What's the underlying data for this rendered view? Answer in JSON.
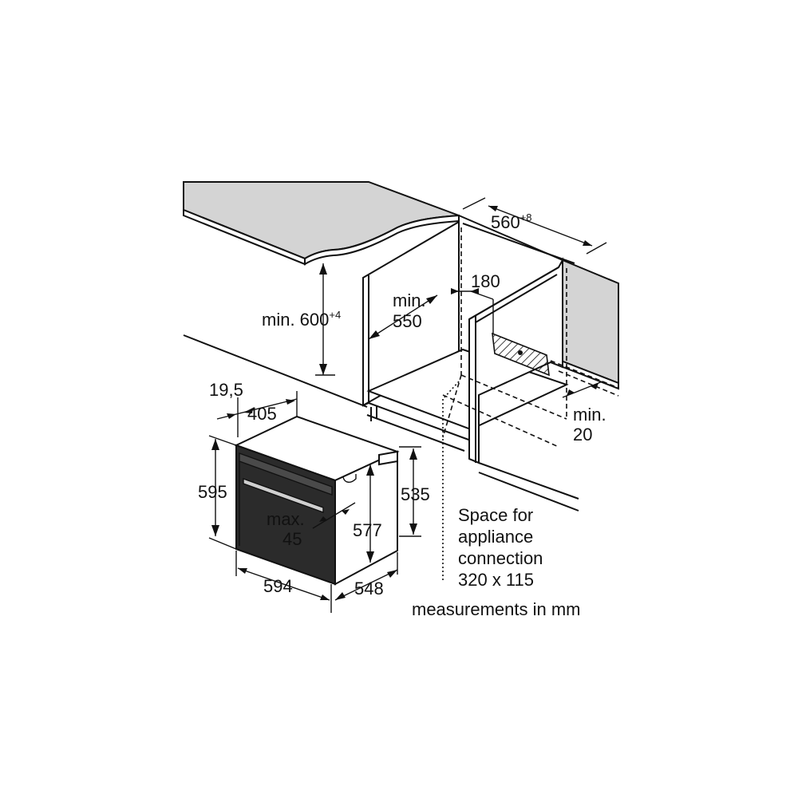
{
  "labels": {
    "niche_width": "560",
    "niche_width_tol": "+8",
    "niche_height_prefix": "min. 600",
    "niche_height_tol": "+4",
    "niche_depth_min": "min.",
    "niche_depth_value": "550",
    "cable_offset": "180",
    "rear_gap_min": "min.",
    "rear_gap_value": "20",
    "overhang": "19,5",
    "door_depth": "405",
    "oven_height": "595",
    "body_height": "535",
    "door_height": "577",
    "handle_max": "max.",
    "handle_value": "45",
    "oven_width": "594",
    "oven_depth": "548",
    "connection_line1": "Space for",
    "connection_line2": "appliance",
    "connection_line3": "connection",
    "connection_line4": "320 x 115",
    "units": "measurements in mm"
  },
  "colors": {
    "line": "#111111",
    "worktop": "#d4d4d4",
    "oven_front": "#2b2b2b",
    "background": "#ffffff"
  }
}
